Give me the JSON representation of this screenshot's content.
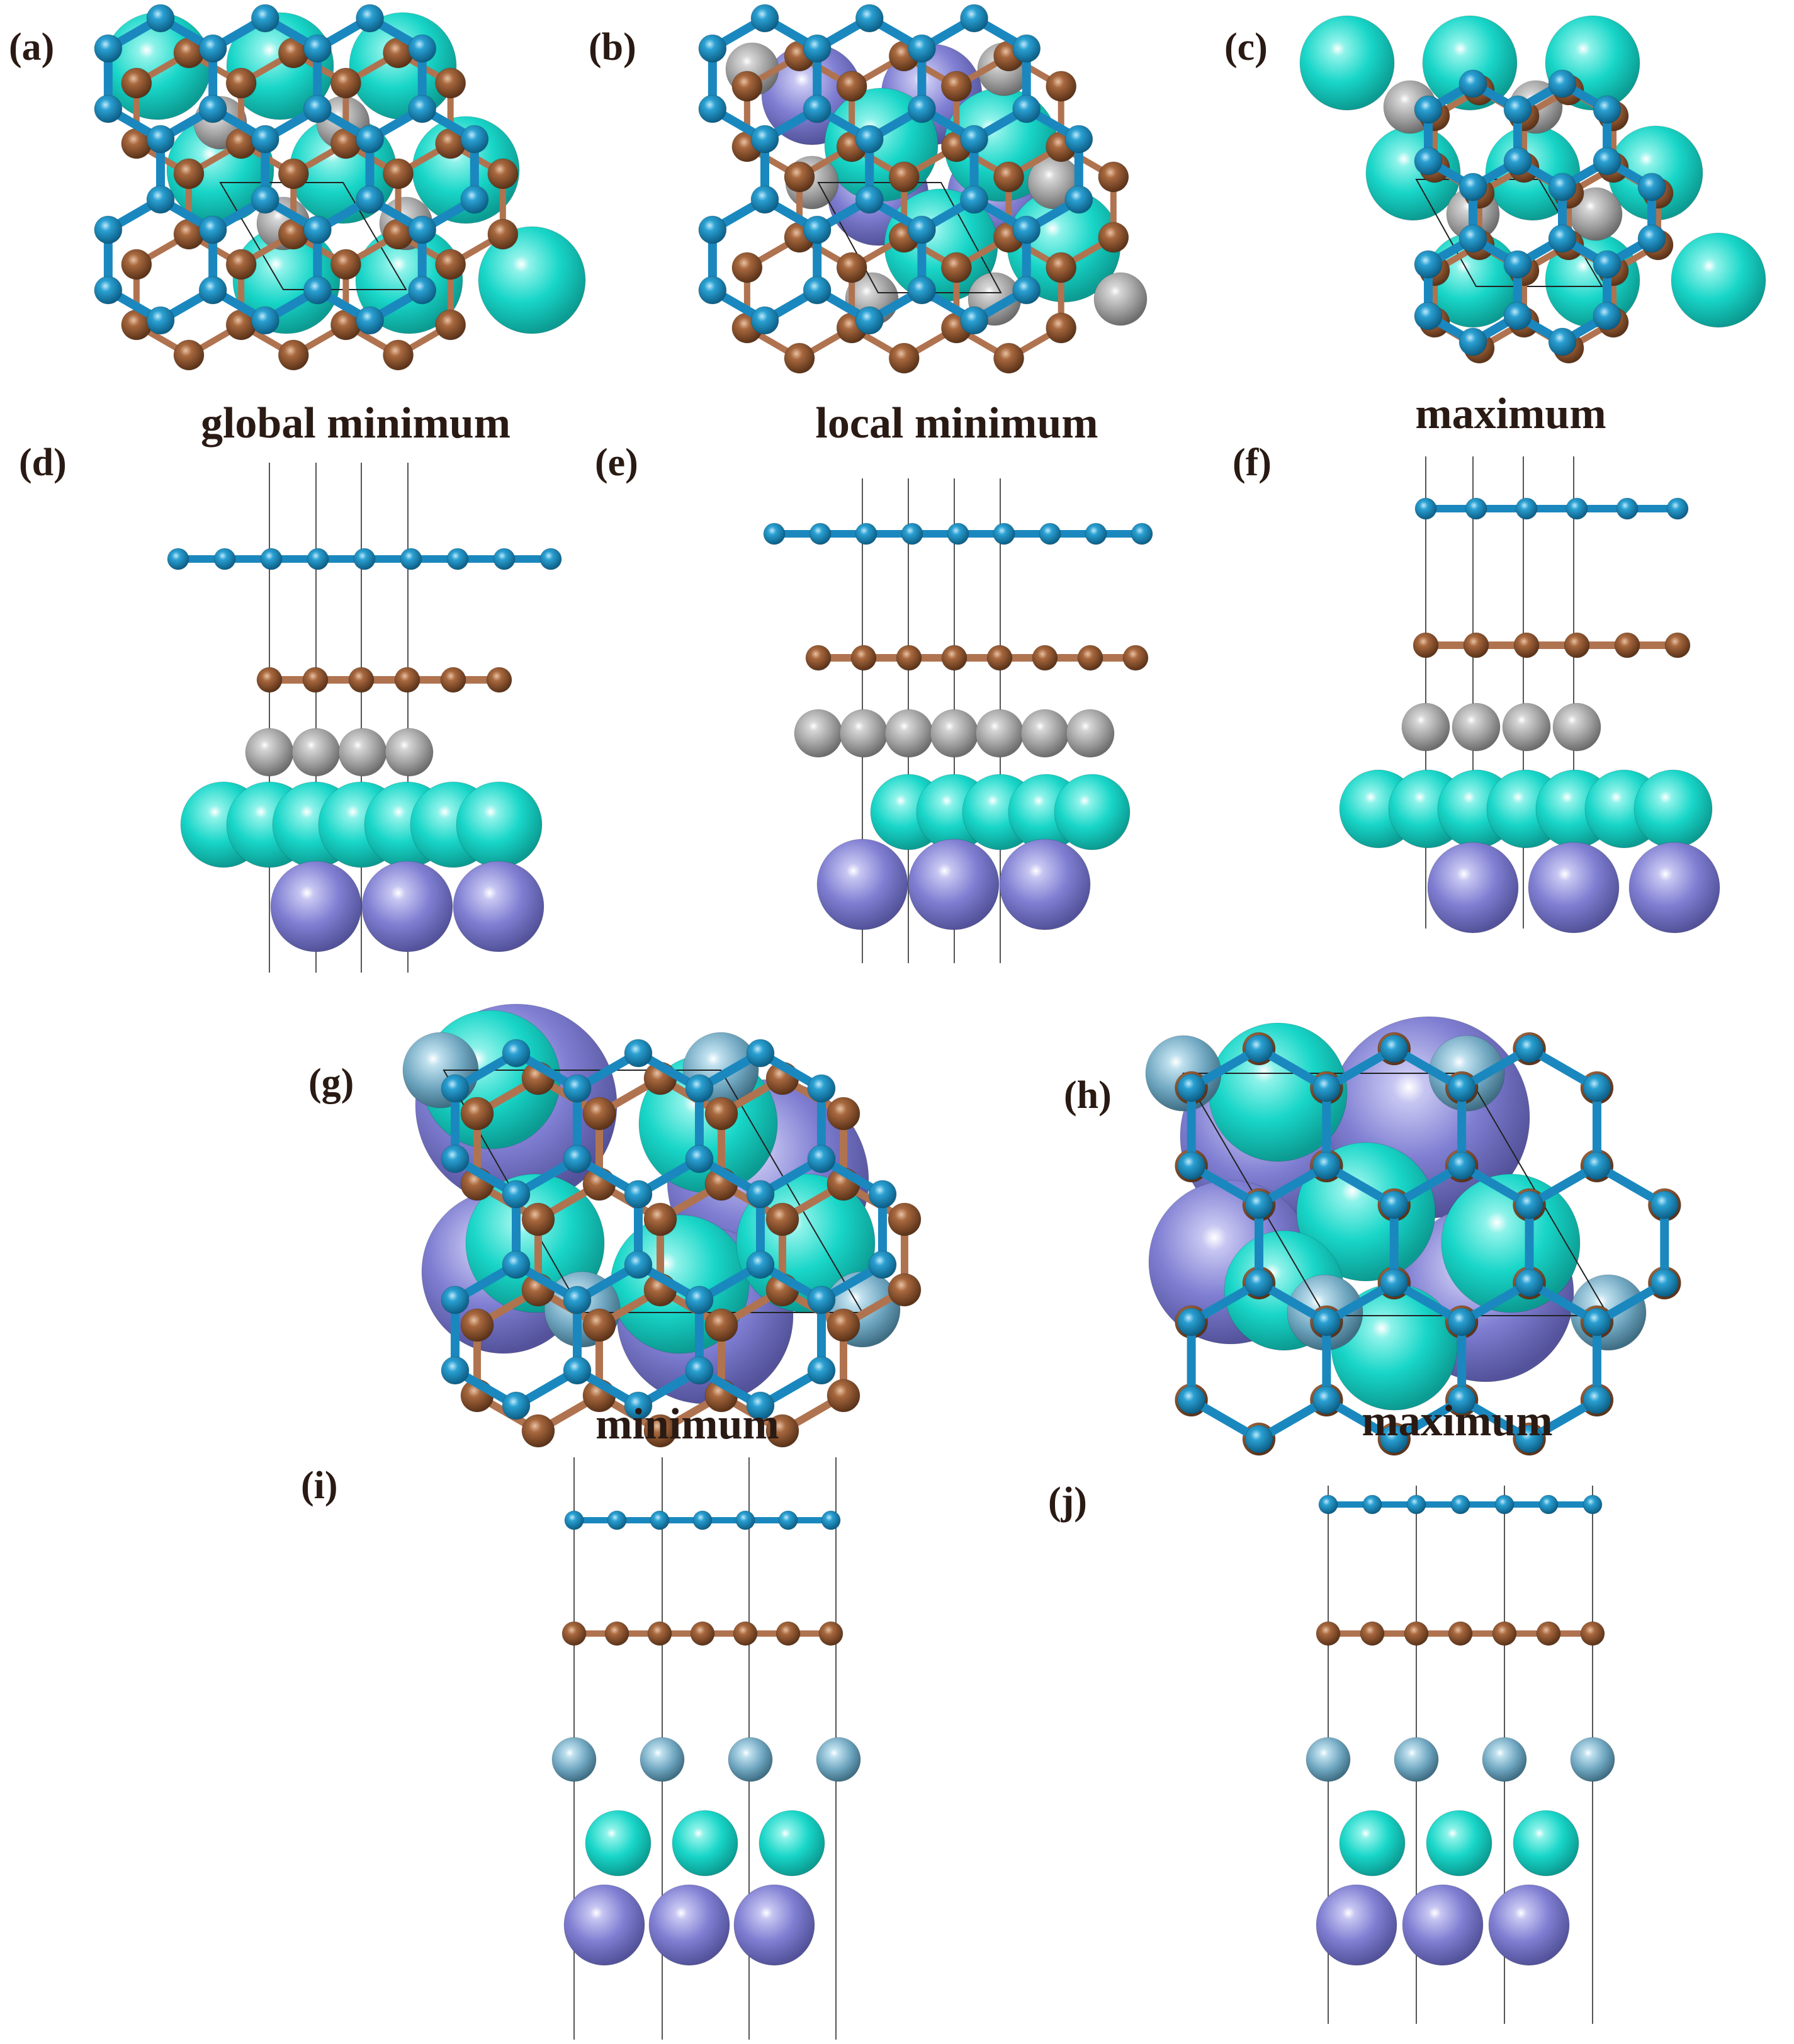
{
  "panel_labels": [
    "(a)",
    "(b)",
    "(c)",
    "(d)",
    "(e)",
    "(f)",
    "(g)",
    "(h)",
    "(i)",
    "(j)"
  ],
  "captions": [
    "global minimum",
    "local minimum",
    "maximum",
    "minimum",
    "maximum"
  ],
  "colors": {
    "blue_atom": "#1a8ec2",
    "blue_bond": "#1a88be",
    "brown_atom": "#8c5330",
    "brown_bond": "#b07350",
    "gray_atom": "#9a9a9a",
    "cyan_atom": "#18d6c8",
    "purple_atom": "#7f7ed2",
    "steel_atom": "#6fa6c0",
    "label_text": "#2a1a14"
  },
  "panels": [
    {
      "label": "(a)",
      "type": "top",
      "layers": [
        "cyan",
        "gray",
        "brown",
        "blue"
      ]
    },
    {
      "label": "(b)",
      "type": "top",
      "layers": [
        "purple",
        "cyan",
        "gray",
        "brown",
        "blue"
      ]
    },
    {
      "label": "(c)",
      "type": "top",
      "layers": [
        "purple",
        "cyan",
        "gray",
        "brown",
        "blue"
      ]
    },
    {
      "label": "(d)",
      "type": "side",
      "layers": [
        "blue",
        "brown",
        "gray",
        "cyan",
        "purple"
      ]
    },
    {
      "label": "(e)",
      "type": "side",
      "layers": [
        "blue",
        "brown",
        "gray",
        "cyan",
        "purple"
      ]
    },
    {
      "label": "(f)",
      "type": "side",
      "layers": [
        "blue",
        "brown",
        "gray",
        "cyan",
        "purple"
      ]
    },
    {
      "label": "(g)",
      "type": "top",
      "layers": [
        "purple",
        "cyan",
        "steel",
        "brown",
        "blue"
      ]
    },
    {
      "label": "(h)",
      "type": "top",
      "layers": [
        "purple",
        "cyan",
        "steel",
        "brown",
        "blue"
      ]
    },
    {
      "label": "(i)",
      "type": "side",
      "layers": [
        "blue",
        "brown",
        "steel",
        "cyan",
        "purple"
      ]
    },
    {
      "label": "(j)",
      "type": "side",
      "layers": [
        "blue",
        "brown",
        "steel",
        "cyan",
        "purple"
      ]
    }
  ]
}
